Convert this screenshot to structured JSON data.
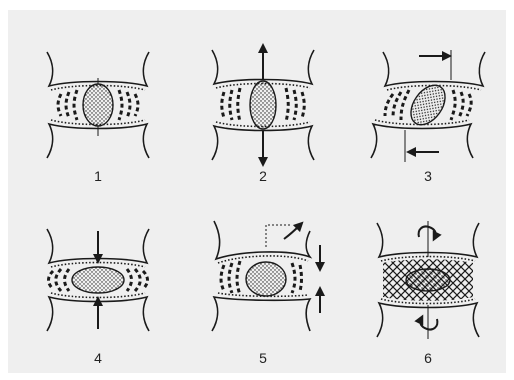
{
  "figure": {
    "background": "#efefef",
    "ink": "#1a1a1a",
    "panels": [
      {
        "label": "1",
        "state": "neutral"
      },
      {
        "label": "2",
        "state": "tension"
      },
      {
        "label": "3",
        "state": "shear"
      },
      {
        "label": "4",
        "state": "compression"
      },
      {
        "label": "5",
        "state": "bending"
      },
      {
        "label": "6",
        "state": "torsion"
      }
    ]
  }
}
